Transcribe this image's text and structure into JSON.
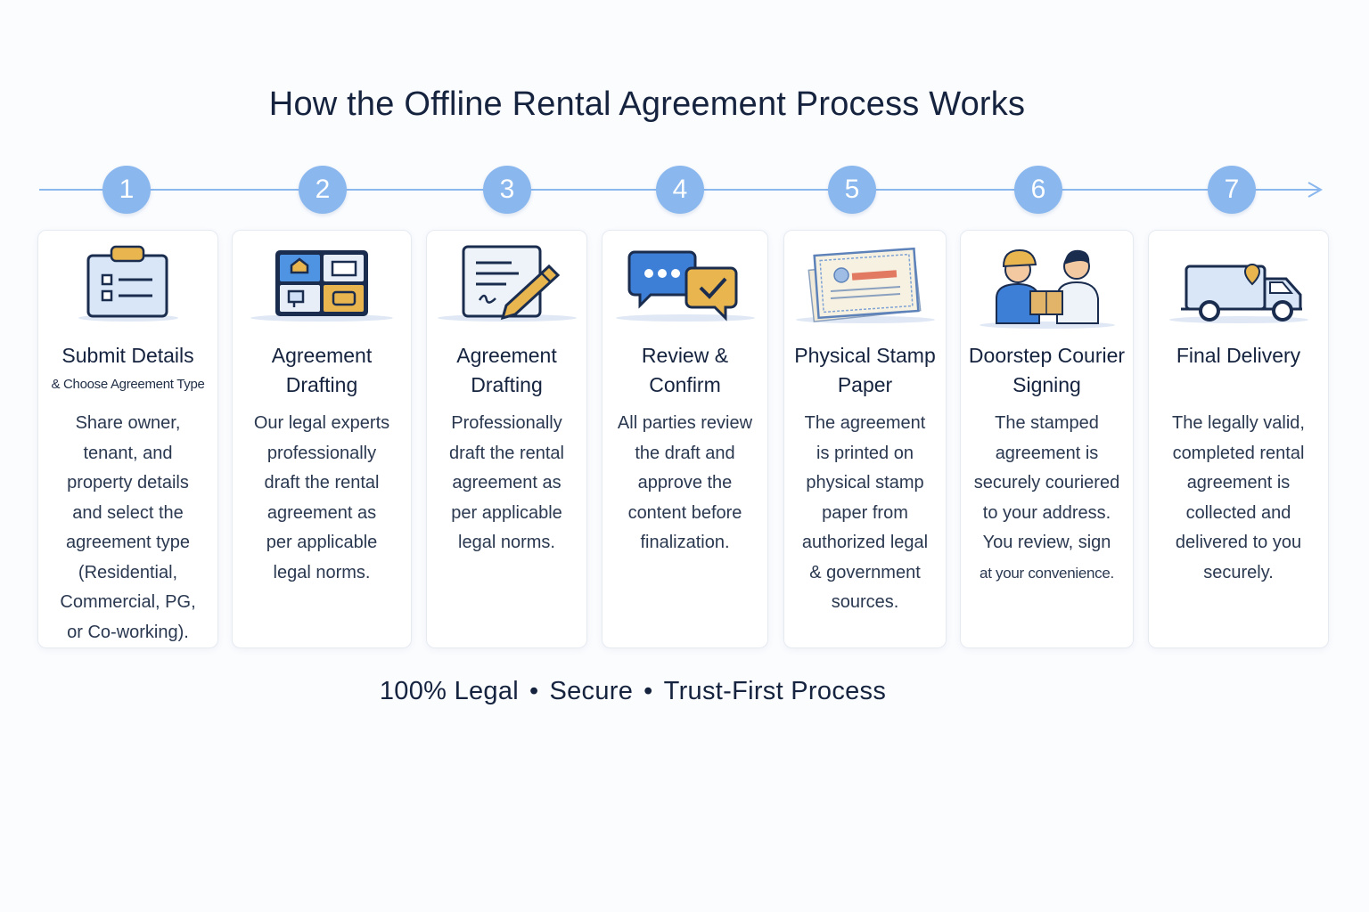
{
  "title": "How the Offline Rental Agreement Process Works",
  "colors": {
    "accent": "#8ab7ee",
    "line": "#8ab7ee",
    "icon_blue": "#3d7fd6",
    "icon_dark": "#1b2d4f",
    "icon_gold": "#e9b54f"
  },
  "steps": [
    {
      "number": "1",
      "icon": "clipboard-checklist-icon",
      "title": "Submit Details",
      "subtitle": "& Choose Agreement Type",
      "description": [
        "Share owner,",
        "tenant, and",
        "property details",
        "and select the",
        "agreement type",
        "(Residential,",
        "Commercial, PG,",
        "or Co-working)."
      ]
    },
    {
      "number": "2",
      "icon": "property-types-grid-icon",
      "title": [
        "Agreement",
        "Drafting"
      ],
      "subtitle": "",
      "description": [
        "Our legal experts",
        "professionally",
        "draft the rental",
        "agreement as",
        "per applicable",
        "legal norms."
      ]
    },
    {
      "number": "3",
      "icon": "document-pen-icon",
      "title": [
        "Agreement",
        "Drafting"
      ],
      "subtitle": "",
      "description": [
        "Professionally",
        "draft the rental",
        "agreement as",
        "per applicable",
        "legal norms."
      ]
    },
    {
      "number": "4",
      "icon": "chat-bubbles-check-icon",
      "title": [
        "Review &",
        "Confirm"
      ],
      "subtitle": "",
      "description": [
        "All parties review",
        "the draft and",
        "approve the",
        "content before",
        "finalization."
      ]
    },
    {
      "number": "5",
      "icon": "stamp-paper-icon",
      "title": [
        "Physical Stamp",
        "Paper"
      ],
      "subtitle": "",
      "description": [
        "The agreement",
        "is printed on",
        "physical stamp",
        "paper from",
        "authorized legal",
        "& government",
        "sources."
      ]
    },
    {
      "number": "6",
      "icon": "courier-handover-icon",
      "title": [
        "Doorstep Courier",
        "Signing"
      ],
      "subtitle": "",
      "description": [
        "The stamped",
        "agreement is",
        "securely couriered",
        "to your address.",
        "You review, sign",
        "at your convenience."
      ]
    },
    {
      "number": "7",
      "icon": "delivery-truck-icon",
      "title": "Final Delivery",
      "subtitle": "",
      "description": [
        "The legally valid,",
        "completed rental",
        "agreement is",
        "collected and",
        "delivered to you",
        "securely."
      ]
    }
  ],
  "tagline": {
    "part1": "100% Legal",
    "part2": "Secure",
    "part3": "Trust-First Process",
    "separator": "•"
  }
}
